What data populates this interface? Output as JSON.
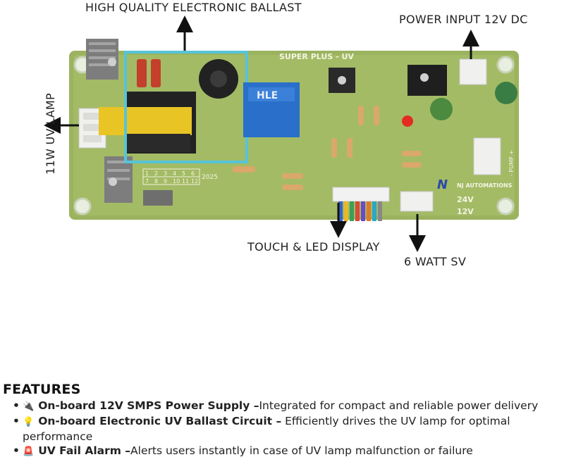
{
  "callouts": {
    "ballast": "HIGH QUALITY ELECTRONIC BALLAST",
    "power_input": "POWER INPUT 12V DC",
    "uv_lamp": "11W UV LAMP",
    "touch_display": "TOUCH & LED DISPLAY",
    "sv": "6 WATT SV"
  },
  "board": {
    "brand": "SUPER PLUS - UV",
    "logo_text": "NJ AUTOMATIONS",
    "label_24v": "24V",
    "label_12v": "12V",
    "relay_text": "HLE",
    "pump_text": "- PUMP +",
    "year": "2025",
    "grid_top": [
      "1",
      "2",
      "3",
      "4",
      "5",
      "6"
    ],
    "grid_bottom": [
      "7",
      "8",
      "9",
      "10",
      "11",
      "12"
    ],
    "highlight_color": "#57c4d8"
  },
  "features": {
    "heading": "FEATURES",
    "items": [
      {
        "icon": "🔌",
        "title": "On-board 12V SMPS Power Supply –",
        "text": "Integrated for compact and reliable power delivery"
      },
      {
        "icon": "💡",
        "title": "On-board Electronic UV Ballast Circuit –",
        "text": " Efficiently drives the UV lamp for optimal performance"
      },
      {
        "icon": "🚨",
        "title": "UV Fail Alarm –",
        "text": "Alerts users instantly in case of UV lamp malfunction or failure"
      }
    ]
  }
}
